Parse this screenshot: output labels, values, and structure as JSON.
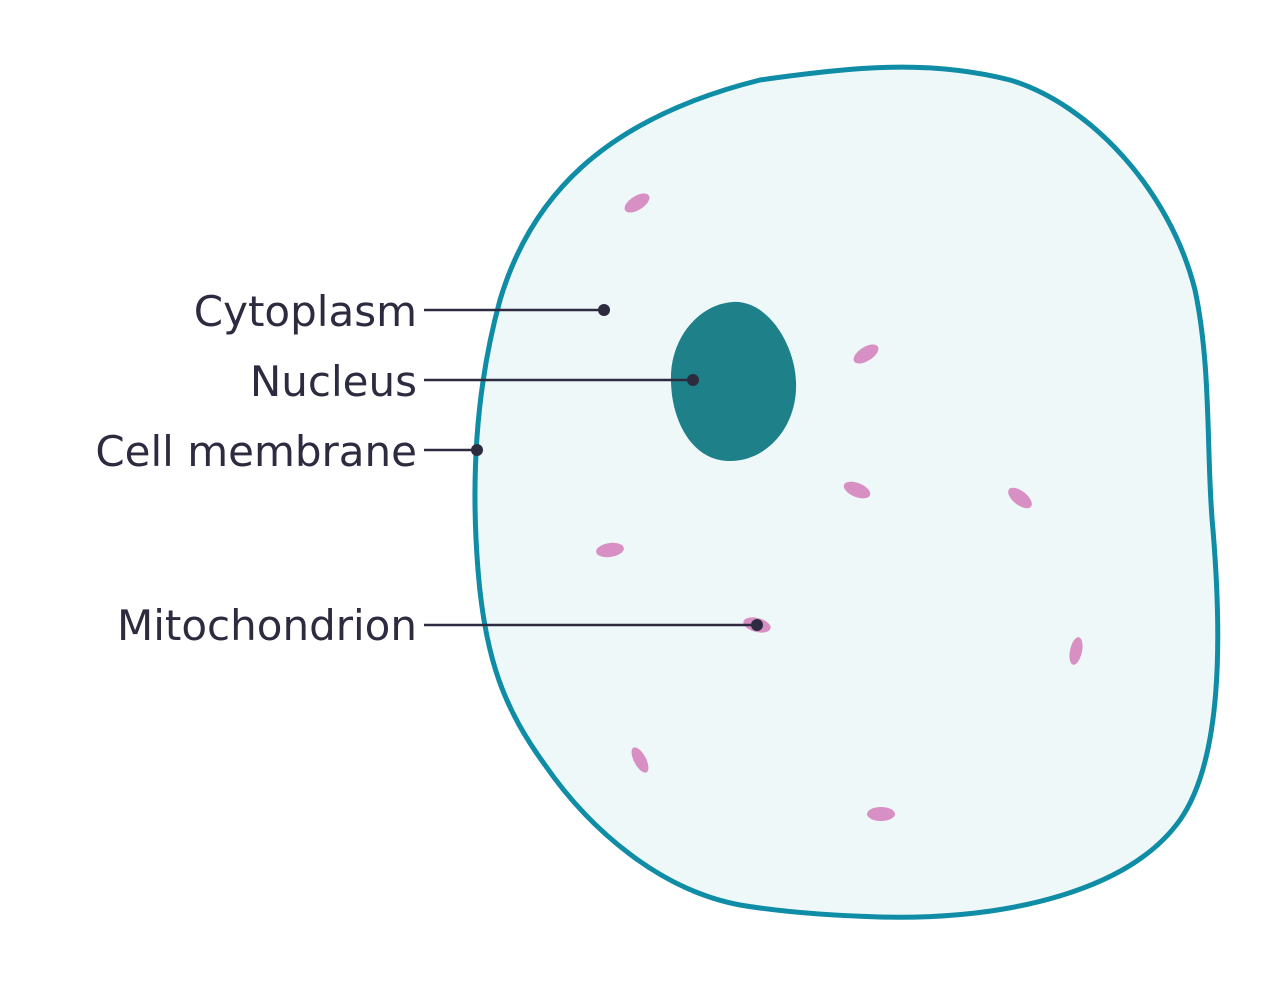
{
  "colors": {
    "membrane_stroke": "#0f8ca6",
    "cytoplasm_fill": "#eef8f9",
    "nucleus_fill": "#1e818a",
    "mitochondria_fill": "#d88fc3",
    "label_text": "#2d2b3f",
    "leader_line": "#2d2b3f",
    "background": "#ffffff"
  },
  "labels": {
    "cytoplasm": "Cytoplasm",
    "nucleus": "Nucleus",
    "cell_membrane": "Cell membrane",
    "mitochondrion": "Mitochondrion"
  }
}
